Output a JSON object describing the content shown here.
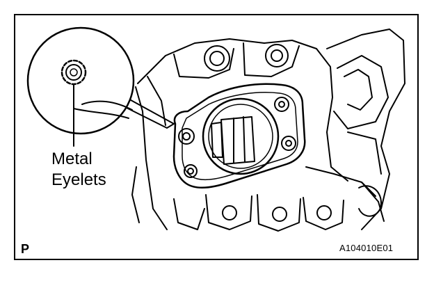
{
  "callout": {
    "line1": "Metal",
    "line2": "Eyelets"
  },
  "corner_letter": "P",
  "figure_id": "A104010E01"
}
